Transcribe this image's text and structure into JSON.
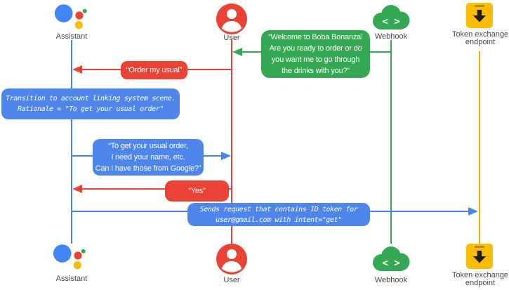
{
  "diagram": {
    "type": "sequence-diagram",
    "colors": {
      "assistant_line": "#4285F4",
      "user_line": "#EA4335",
      "webhook_line": "#34A853",
      "token_line": "#F9AB00",
      "blue_box": "#4E86EC",
      "red_box": "#EA4335",
      "green_box": "#34A853",
      "label_gray": "#45484C"
    },
    "actors": {
      "assistant": {
        "label": "Assistant",
        "icon": "google-assistant-icon"
      },
      "user": {
        "label": "User",
        "icon": "user-icon"
      },
      "webhook": {
        "label": "Webhook",
        "icon": "webhook-cloud-icon",
        "icon_glyph": "< >"
      },
      "token": {
        "label": "Token exchange endpoint",
        "label_line1": "Token exchange",
        "label_line2": "endpoint",
        "icon": "token-endpoint-icon"
      }
    },
    "messages": {
      "welcome": {
        "from": "webhook",
        "to": "user",
        "style": "speech",
        "line1": "“Welcome to Boba Bonanza!",
        "line2": "Are you ready to order or do",
        "line3": "you want me to go through",
        "line4": "the drinks with you?”"
      },
      "order_usual": {
        "from": "user",
        "to": "assistant",
        "style": "speech",
        "text": "“Order my usual”"
      },
      "transition_note": {
        "actor": "assistant",
        "style": "code",
        "line1": "Transition to account linking system scene.",
        "line2": "Rationale = \"To get your usual order\""
      },
      "ask_permission": {
        "from": "assistant",
        "to": "user",
        "style": "speech",
        "line1": "“To get your usual order,",
        "line2": "I need your name, etc.",
        "line3": "Can I have those from Google?”"
      },
      "yes": {
        "from": "user",
        "to": "assistant",
        "style": "speech",
        "text": "“Yes”"
      },
      "send_request": {
        "from": "assistant",
        "to": "token",
        "style": "code",
        "line1": "Sends request that contains ID token for",
        "line2": "user@gmail.com with intent=\"get\""
      }
    }
  }
}
